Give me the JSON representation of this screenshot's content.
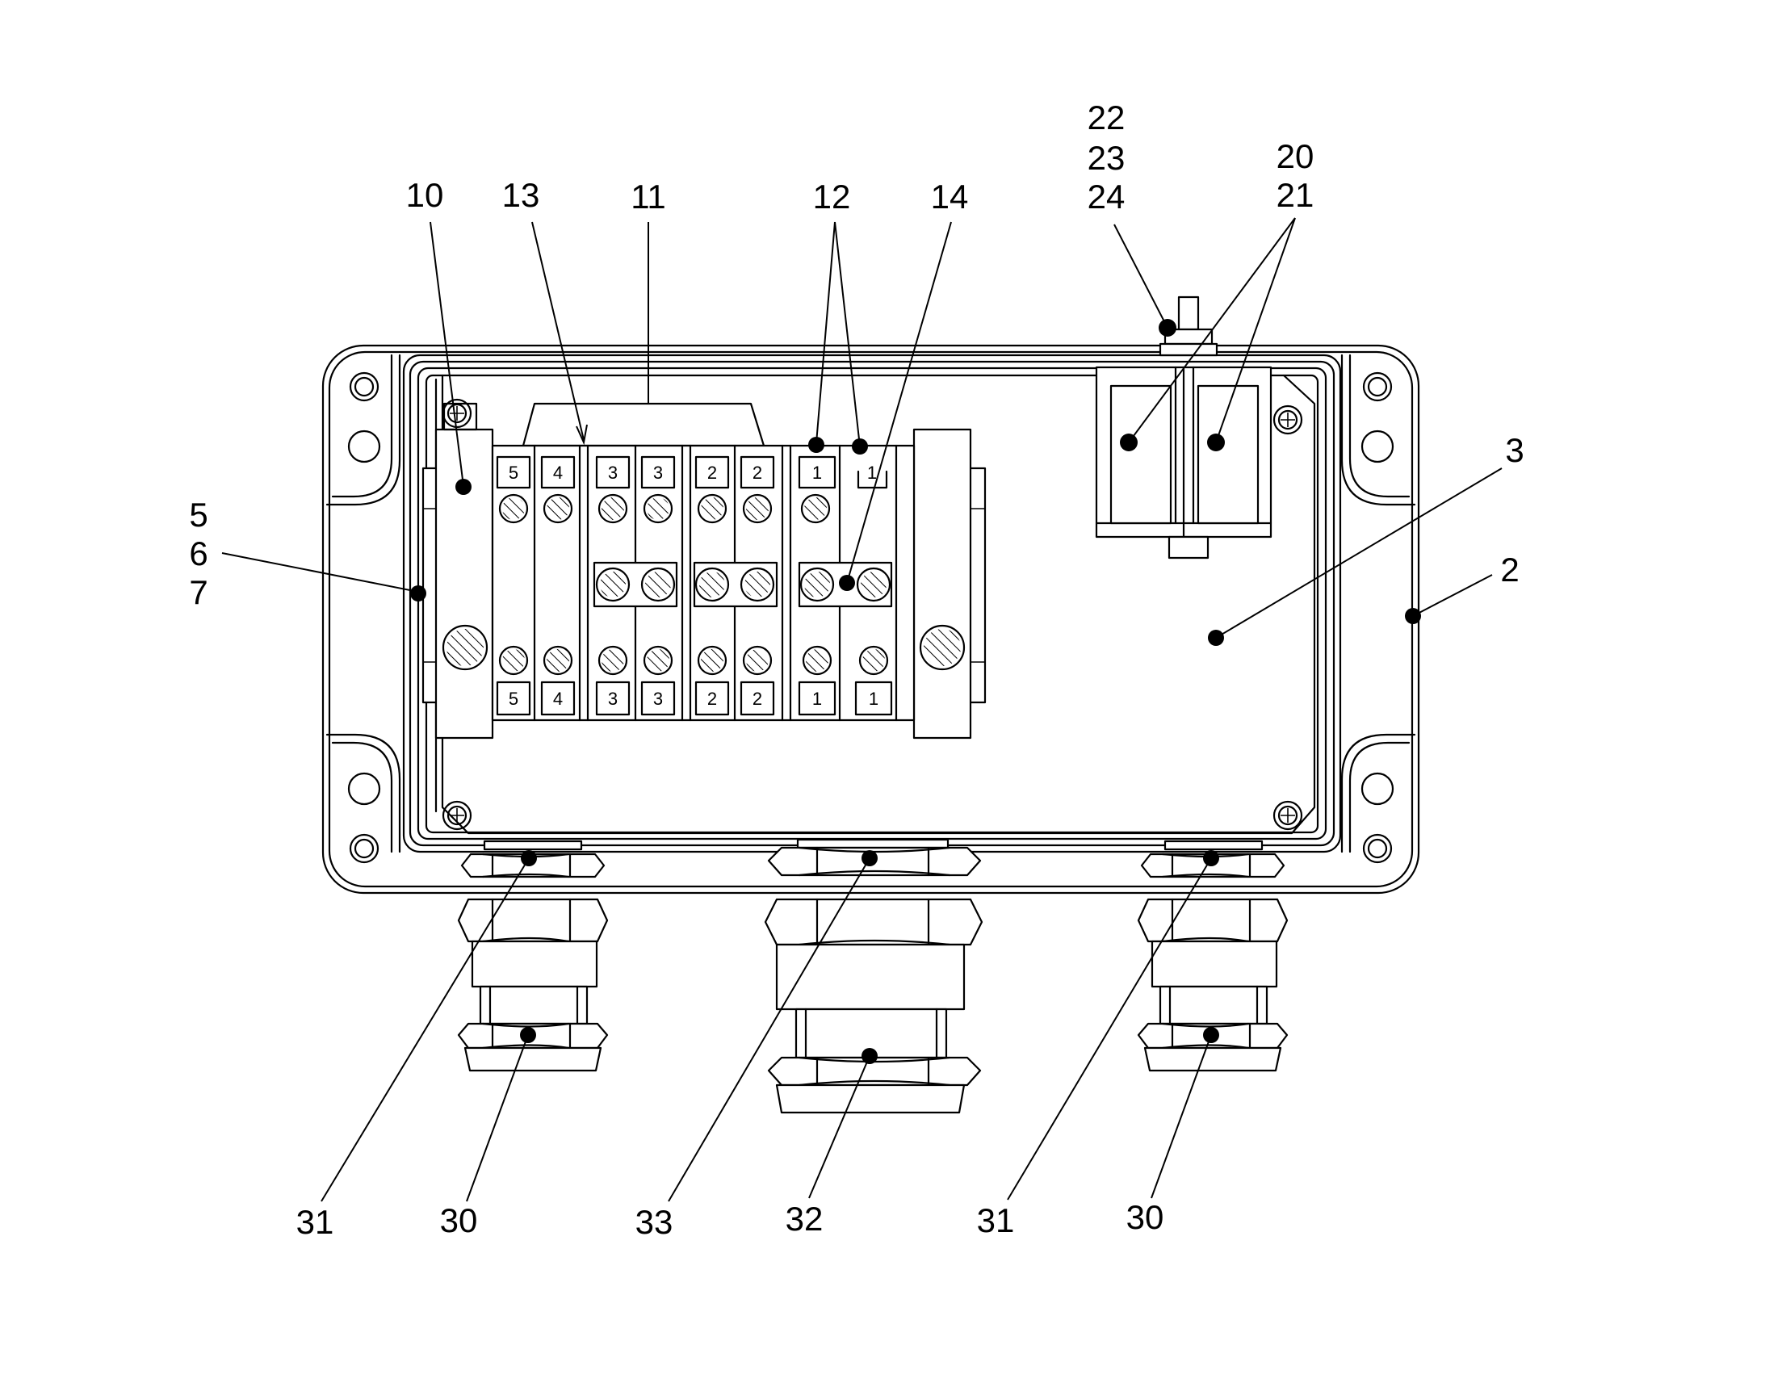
{
  "callouts": {
    "c10": "10",
    "c13": "13",
    "c11": "11",
    "c12": "12",
    "c14": "14",
    "c22": "22",
    "c23": "23",
    "c24": "24",
    "c20": "20",
    "c21": "21",
    "c3": "3",
    "c2": "2",
    "c5": "5",
    "c6": "6",
    "c7": "7",
    "c31a": "31",
    "c30a": "30",
    "c33": "33",
    "c32": "32",
    "c31b": "31",
    "c30b": "30"
  },
  "terminals": {
    "top": [
      "5",
      "4",
      "3",
      "3",
      "2",
      "2",
      "1",
      "1"
    ],
    "bottom": [
      "5",
      "4",
      "3",
      "3",
      "2",
      "2",
      "1",
      "1"
    ]
  }
}
